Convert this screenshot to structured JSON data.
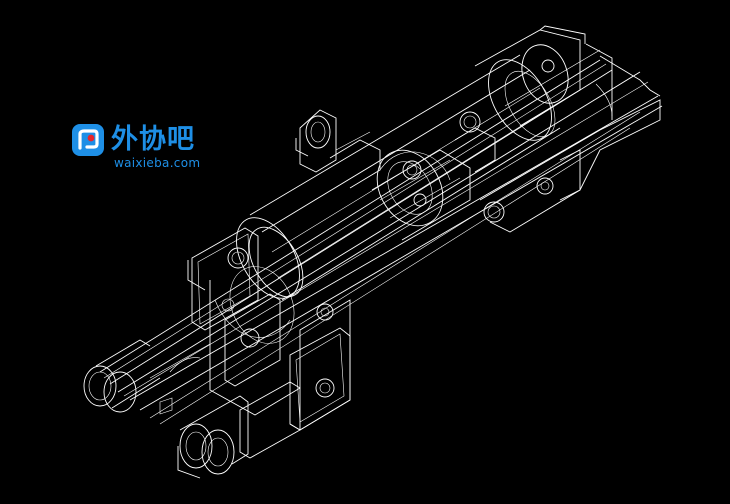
{
  "watermark": {
    "brand": "外协吧",
    "domain": "waixieba.com",
    "color": "#1E8FE6",
    "accent_color": "#E8262B",
    "logo_icon": "waixieba-logo-icon"
  },
  "drawing": {
    "background": "#000000",
    "line_color": "#FFFFFF",
    "style": "isometric wireframe"
  }
}
